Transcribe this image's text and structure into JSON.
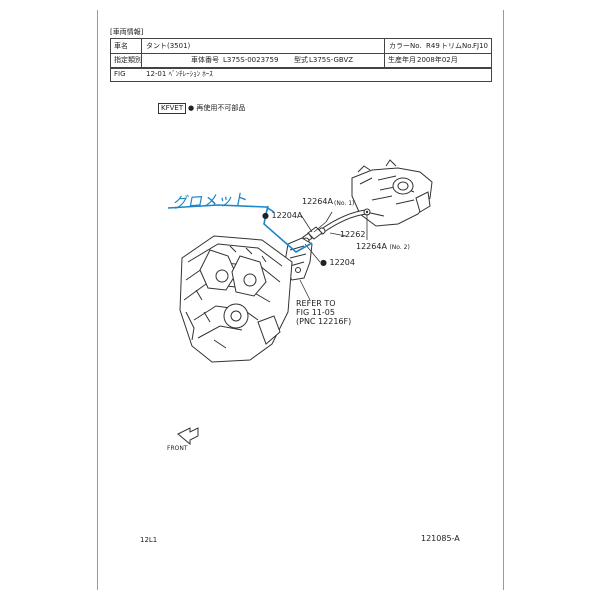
{
  "header": {
    "section_label": "[車両情報]"
  },
  "vehicle_info": {
    "row1": {
      "model_label": "車名",
      "model_value": "タント(3501)",
      "color_label": "カラーNo.",
      "color_value": "R49",
      "trim_label": "トリムNo.",
      "trim_value": "FJ10"
    },
    "row2": {
      "spec_label": "指定類別",
      "chassis_label": "車体番号",
      "chassis_value": "L375S-0023759",
      "type_label": "型式",
      "type_value": "L375S-GBVZ",
      "production_label": "生産年月",
      "production_value": "2008年02月"
    }
  },
  "fig": {
    "label": "FIG",
    "value": "12-01 ﾍﾞﾝﾁﾚｰｼｮﾝ ﾎｰｽ"
  },
  "legend": {
    "code": "KFVET",
    "bullet": "●",
    "text": "再使用不可部品"
  },
  "diagram": {
    "handwritten_note": "グロメット",
    "callouts": {
      "p12204A": "12204A",
      "p12264A_no1_num": "12264A",
      "p12264A_no1_tag": "(No. 1)",
      "p12262": "12262",
      "p12264A_no2_num": "12264A",
      "p12264A_no2_tag": "(No. 2)",
      "p12204": "12204"
    },
    "bullet": "●",
    "reference": {
      "line1": "REFER TO",
      "line2": "FIG  11-05",
      "line3": "(PNC 12216F)"
    },
    "front_label": "FRONT"
  },
  "footer": {
    "left_code": "12L1",
    "right_code": "121085-A"
  },
  "colors": {
    "annotation_blue": "#1a86c8",
    "line_art": "#333333"
  }
}
